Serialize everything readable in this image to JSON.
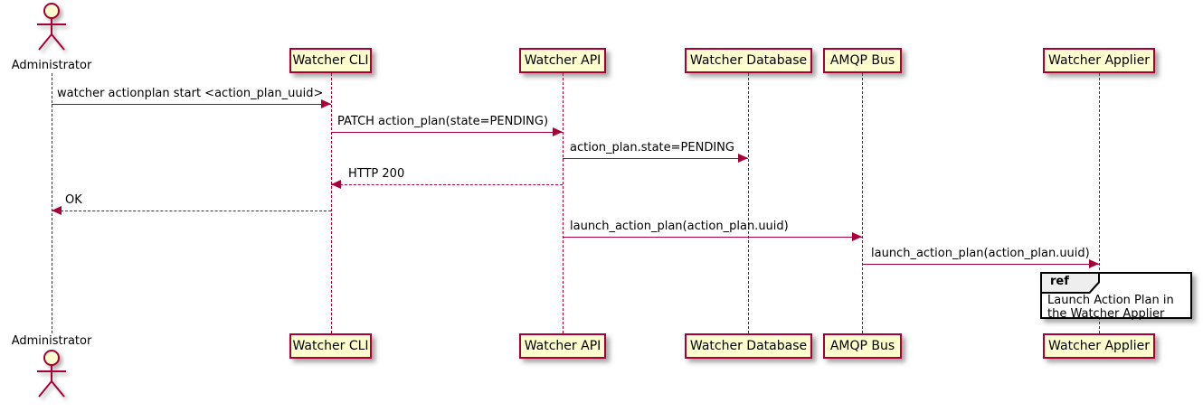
{
  "diagram": {
    "type": "sequence-diagram",
    "actor": {
      "name": "Administrator"
    },
    "participants": [
      {
        "label": "Watcher CLI"
      },
      {
        "label": "Watcher API"
      },
      {
        "label": "Watcher Database"
      },
      {
        "label": "AMQP Bus"
      },
      {
        "label": "Watcher Applier"
      }
    ],
    "messages": [
      {
        "from": "Administrator",
        "to": "Watcher CLI",
        "style": "solid",
        "label": "watcher actionplan start <action_plan_uuid>"
      },
      {
        "from": "Watcher CLI",
        "to": "Watcher API",
        "style": "solid",
        "label": "PATCH action_plan(state=PENDING)"
      },
      {
        "from": "Watcher API",
        "to": "Watcher Database",
        "style": "solid",
        "label": "action_plan.state=PENDING"
      },
      {
        "from": "Watcher API",
        "to": "Watcher CLI",
        "style": "dashed",
        "label": "HTTP 200"
      },
      {
        "from": "Watcher CLI",
        "to": "Administrator",
        "style": "dashed",
        "label": "OK"
      },
      {
        "from": "Watcher API",
        "to": "AMQP Bus",
        "style": "solid",
        "label": "launch_action_plan(action_plan.uuid)"
      },
      {
        "from": "AMQP Bus",
        "to": "Watcher Applier",
        "style": "solid",
        "label": "launch_action_plan(action_plan.uuid)"
      }
    ],
    "ref": {
      "tag": "ref",
      "text": "Launch Action Plan in the Watcher Applier",
      "over": "Watcher Applier"
    },
    "colors": {
      "participant_fill": "#FEFECE",
      "participant_border": "#A80036",
      "arrow": "#A80036",
      "lifeline": "#A80036",
      "text": "#000000",
      "ref_border": "#000000",
      "ref_tag_fill": "#EEEEEE"
    }
  }
}
